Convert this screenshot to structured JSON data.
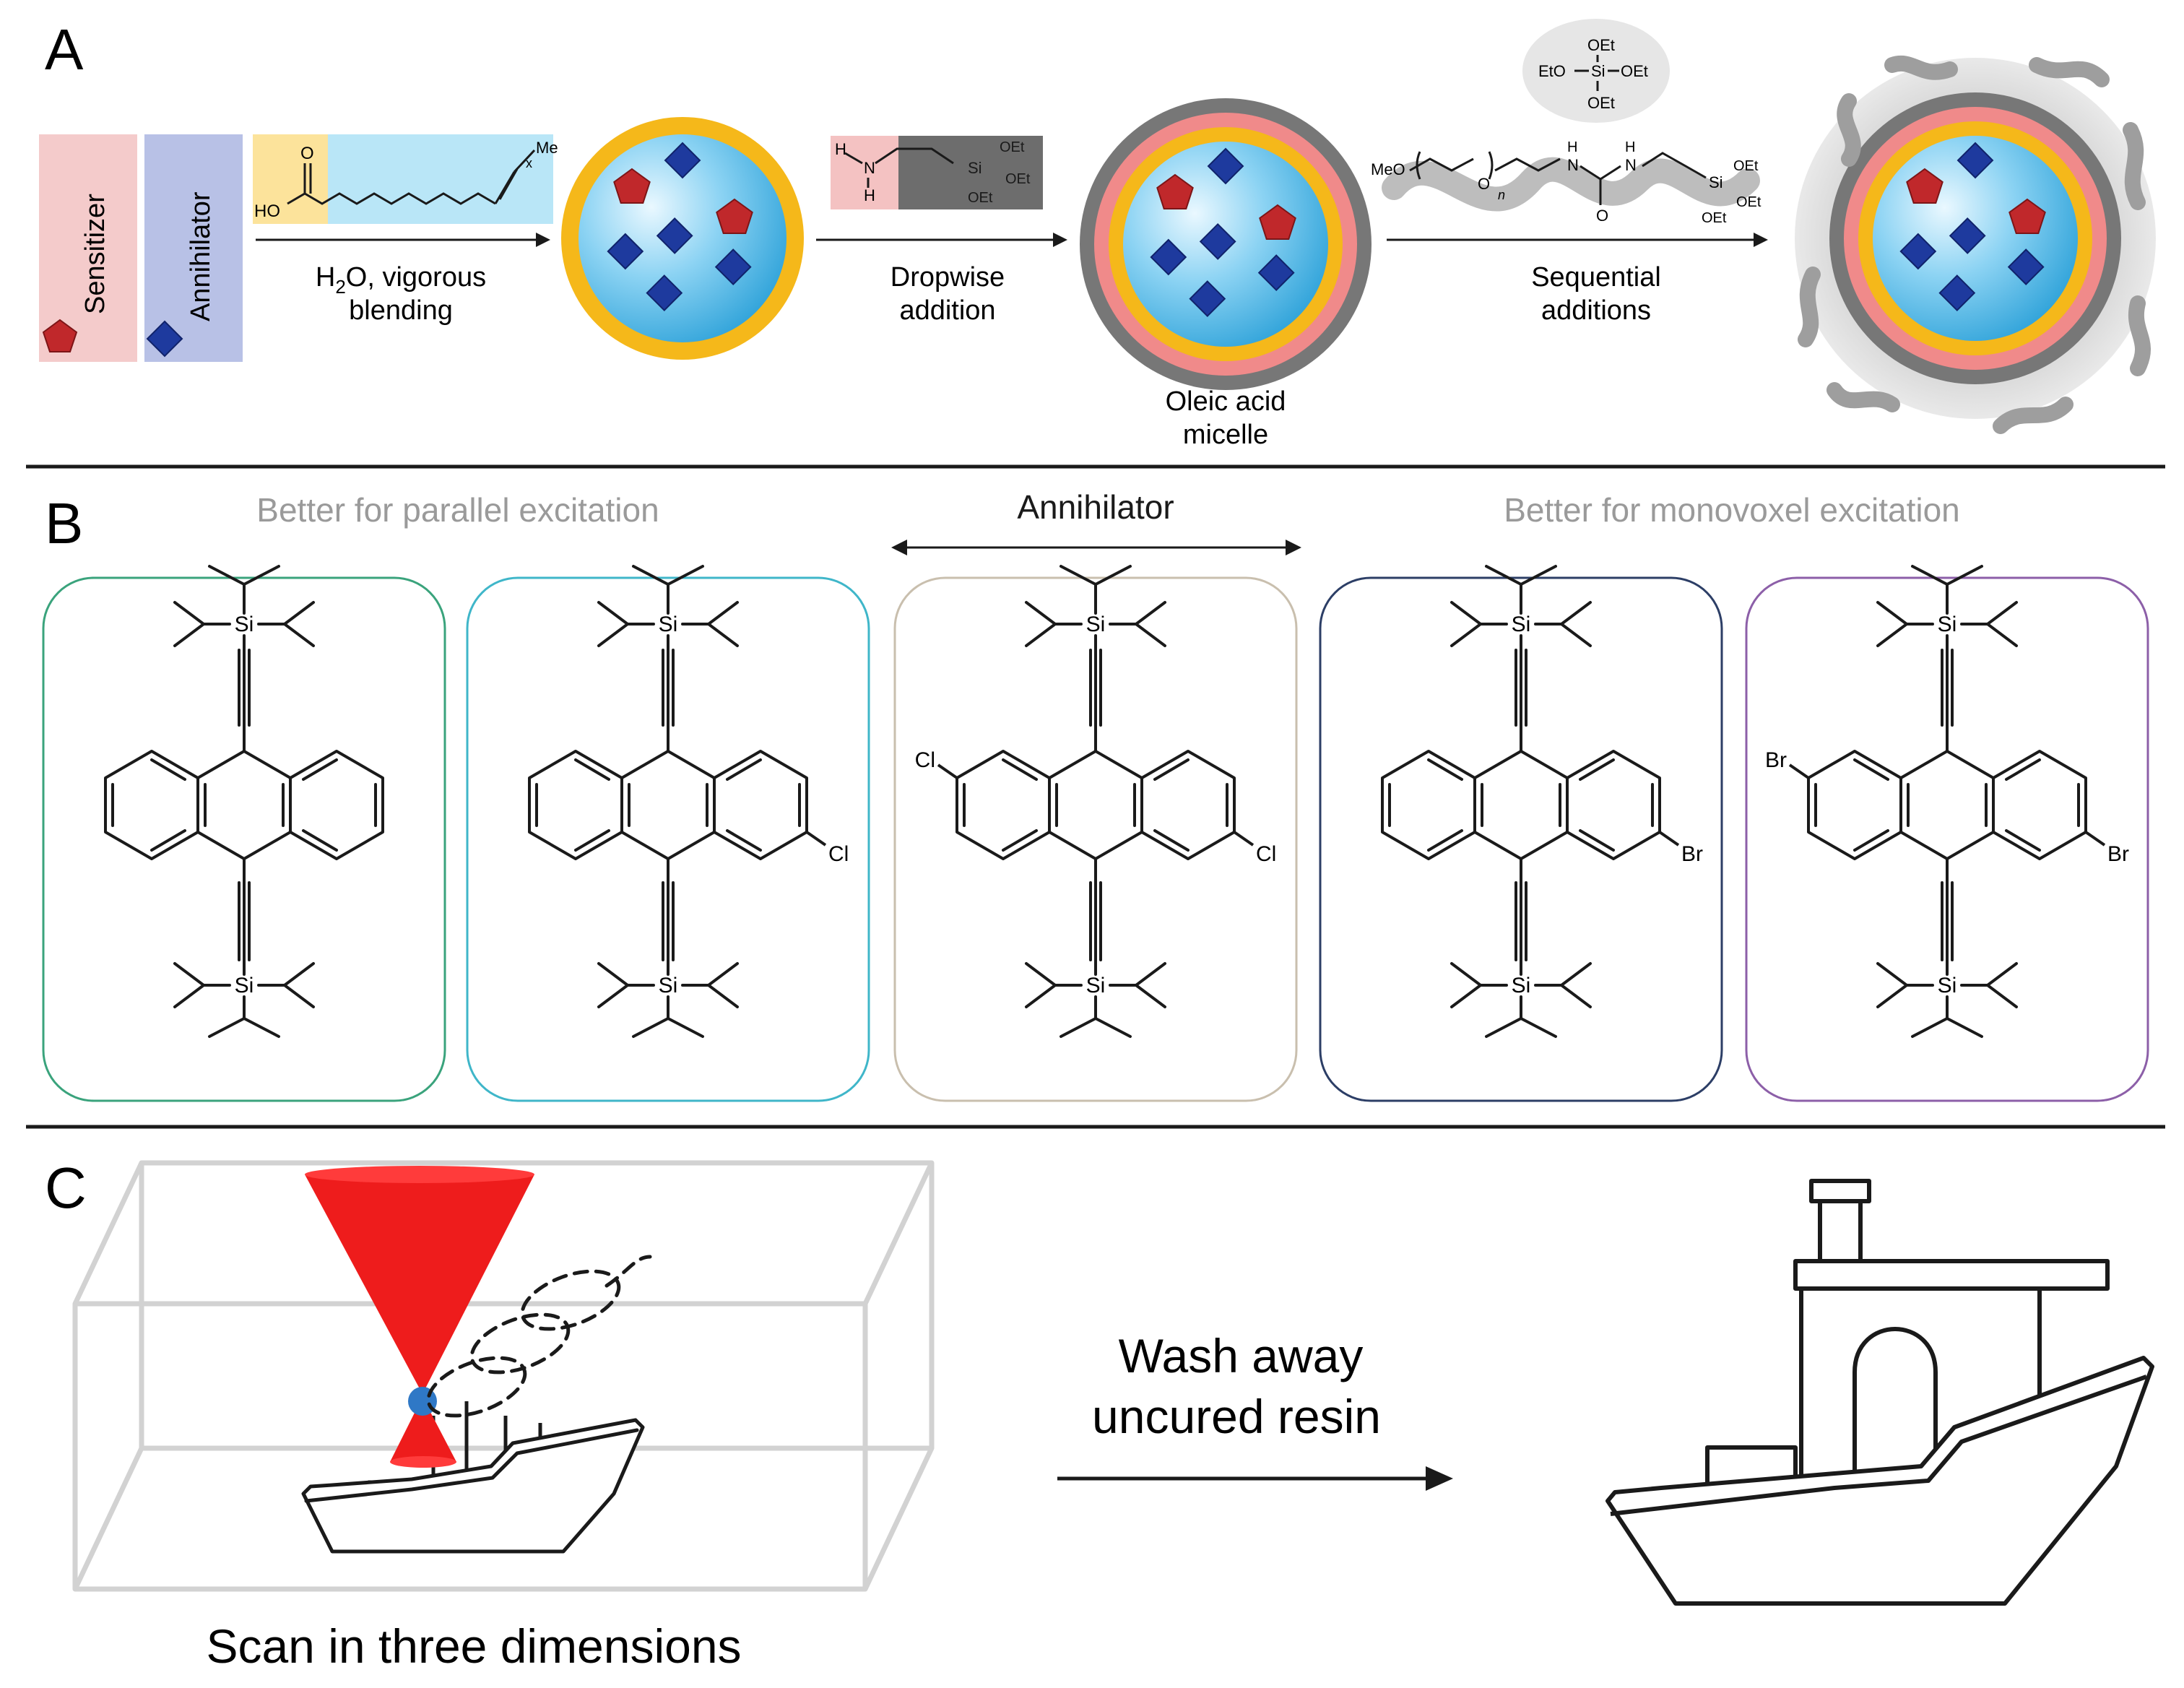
{
  "panel_letters": {
    "a": "A",
    "b": "B",
    "c": "C"
  },
  "panel_a": {
    "sensitizer": "Sensitizer",
    "annihilator": "Annihilator",
    "step1_line1": "H",
    "step1_sub": "2",
    "step1_line1b": "O, vigorous",
    "step1_line2": "blending",
    "step2_line1": "Dropwise",
    "step2_line2": "addition",
    "step3_line1": "Sequential",
    "step3_line2": "additions",
    "micelle_line1": "Oleic acid",
    "micelle_line2": "micelle",
    "oleic": {
      "ho": "HO",
      "o": "O",
      "me": "Me",
      "x": "x"
    },
    "silane": {
      "h": "H",
      "n": "N",
      "si": "Si",
      "oet": "OEt"
    },
    "teos": {
      "oet": "OEt",
      "eto": "EtO",
      "si": "Si"
    },
    "peg": {
      "meo": "MeO",
      "o": "O",
      "n": "n",
      "h": "H",
      "nn": "N",
      "si": "Si",
      "oet": "OEt"
    }
  },
  "panel_b": {
    "left_label": "Better for parallel excitation",
    "center_label": "Annihilator",
    "right_label": "Better for monovoxel excitation",
    "si": "Si",
    "molecules": [
      {
        "sub_left": "",
        "sub_right": ""
      },
      {
        "sub_left": "",
        "sub_right": "Cl"
      },
      {
        "sub_left": "Cl",
        "sub_right": "Cl"
      },
      {
        "sub_left": "",
        "sub_right": "Br"
      },
      {
        "sub_left": "Br",
        "sub_right": "Br"
      }
    ],
    "box_colors": [
      "#3aa37c",
      "#3fb6c9",
      "#c9bfae",
      "#2c3e66",
      "#8c5fa8"
    ]
  },
  "panel_c": {
    "scan_label": "Scan in three dimensions",
    "wash_line1": "Wash away",
    "wash_line2": "uncured resin"
  }
}
